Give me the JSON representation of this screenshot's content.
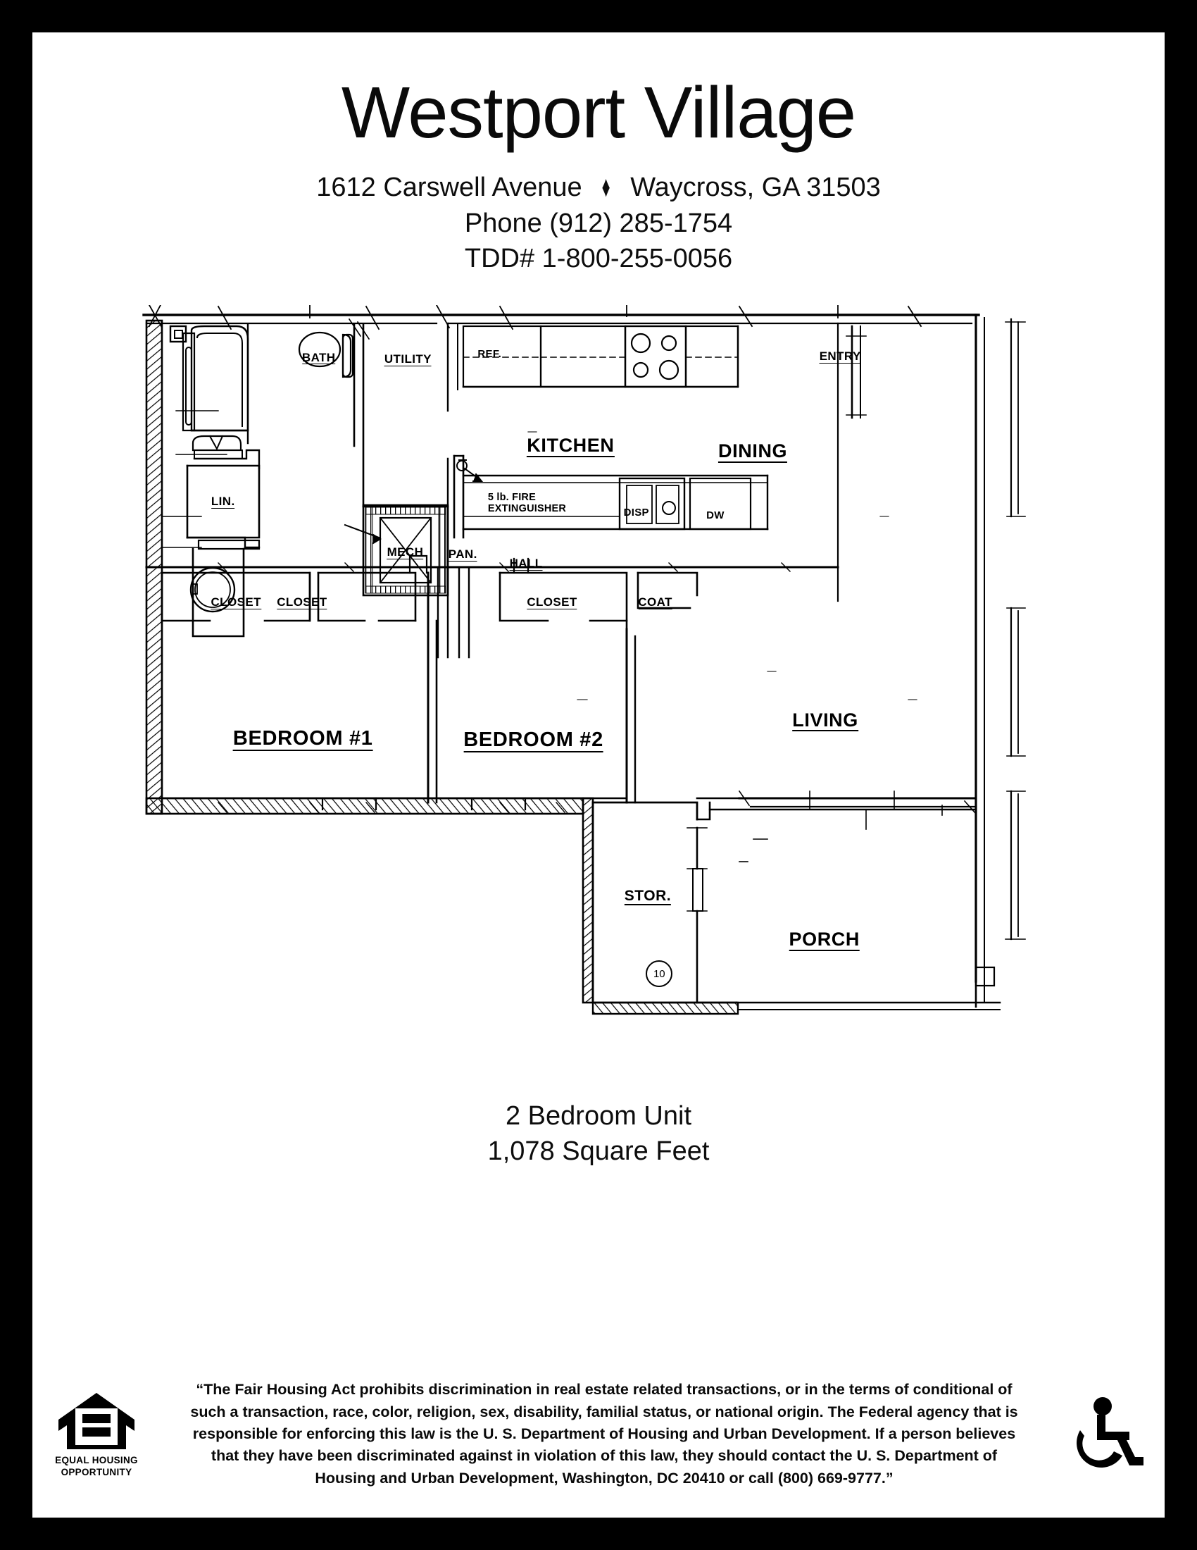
{
  "header": {
    "title": "Westport Village",
    "address": "1612 Carswell Avenue",
    "separator": "♦",
    "city_state_zip": "Waycross, GA 31503",
    "phone": "Phone (912) 285-1754",
    "tdd": "TDD# 1-800-255-0056"
  },
  "floorplan": {
    "rooms": [
      {
        "key": "bath",
        "label": "BATH"
      },
      {
        "key": "utility",
        "label": "UTILITY"
      },
      {
        "key": "entry",
        "label": "ENTRY"
      },
      {
        "key": "lin",
        "label": "LIN."
      },
      {
        "key": "mech",
        "label": "MECH"
      },
      {
        "key": "pan",
        "label": "PAN."
      },
      {
        "key": "kitchen",
        "label": "KITCHEN"
      },
      {
        "key": "dining",
        "label": "DINING"
      },
      {
        "key": "hall",
        "label": "HALL"
      },
      {
        "key": "closet1",
        "label": "CLOSET"
      },
      {
        "key": "closet2",
        "label": "CLOSET"
      },
      {
        "key": "closet3",
        "label": "CLOSET"
      },
      {
        "key": "coat",
        "label": "COAT"
      },
      {
        "key": "bedroom1",
        "label": "BEDROOM #1"
      },
      {
        "key": "bedroom2",
        "label": "BEDROOM #2"
      },
      {
        "key": "living",
        "label": "LIVING"
      },
      {
        "key": "stor",
        "label": "STOR."
      },
      {
        "key": "porch",
        "label": "PORCH"
      }
    ],
    "appliances": {
      "refrigerator": "REF.",
      "disposal": "DISP",
      "dishwasher": "DW"
    },
    "notes": {
      "fire_extinguisher_line1": "5 lb. FIRE",
      "fire_extinguisher_line2": "EXTINGUISHER"
    },
    "door_tags": {
      "storage_door": "10"
    }
  },
  "caption": {
    "unit_type": "2 Bedroom Unit",
    "square_feet": "1,078 Square Feet"
  },
  "footer": {
    "eho_line1": "EQUAL HOUSING",
    "eho_line2": "OPPORTUNITY",
    "fair_housing_lines": [
      "“The Fair Housing Act prohibits discrimination in real estate related transactions, or in the terms of conditional of",
      "such a transaction, race, color, religion, sex, disability, familial status, or national origin. The Federal agency that is",
      "responsible for enforcing this law is the U. S. Department of Housing and Urban Development. If a person believes",
      "that they have been discriminated against in violation of this law, they should contact the U. S. Department of",
      "Housing and Urban Development, Washington, DC 20410 or call (800) 669-9777.”"
    ]
  },
  "colors": {
    "ink": "#000000",
    "paper": "#ffffff",
    "border": "#000000"
  }
}
